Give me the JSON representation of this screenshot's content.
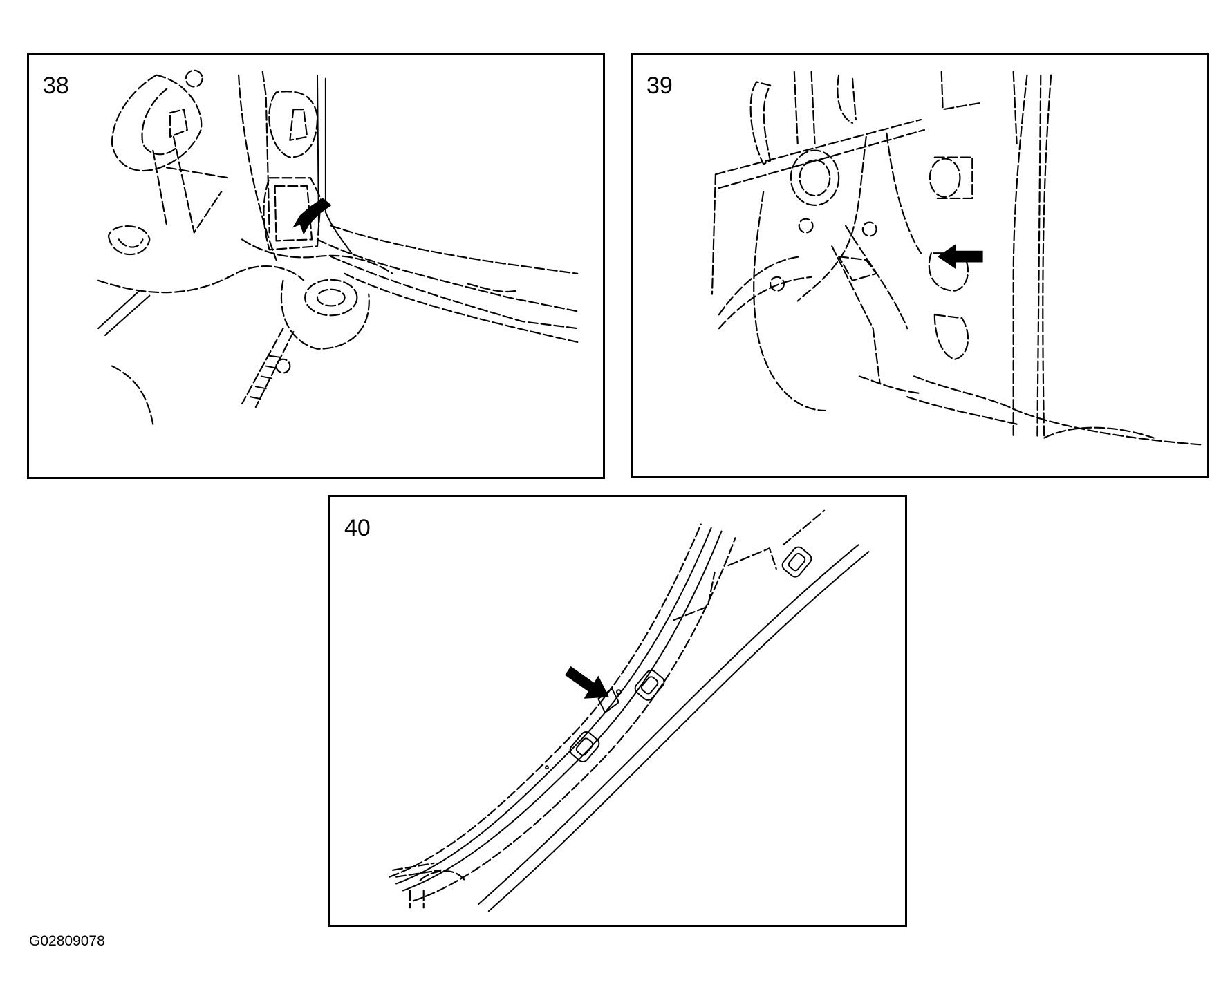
{
  "panels": [
    {
      "number": "38",
      "arrow_direction": "down-left"
    },
    {
      "number": "39",
      "arrow_direction": "left"
    },
    {
      "number": "40",
      "arrow_direction": "down-right"
    }
  ],
  "figure_id": "G02809078",
  "colors": {
    "line": "#000000",
    "background": "#ffffff"
  }
}
